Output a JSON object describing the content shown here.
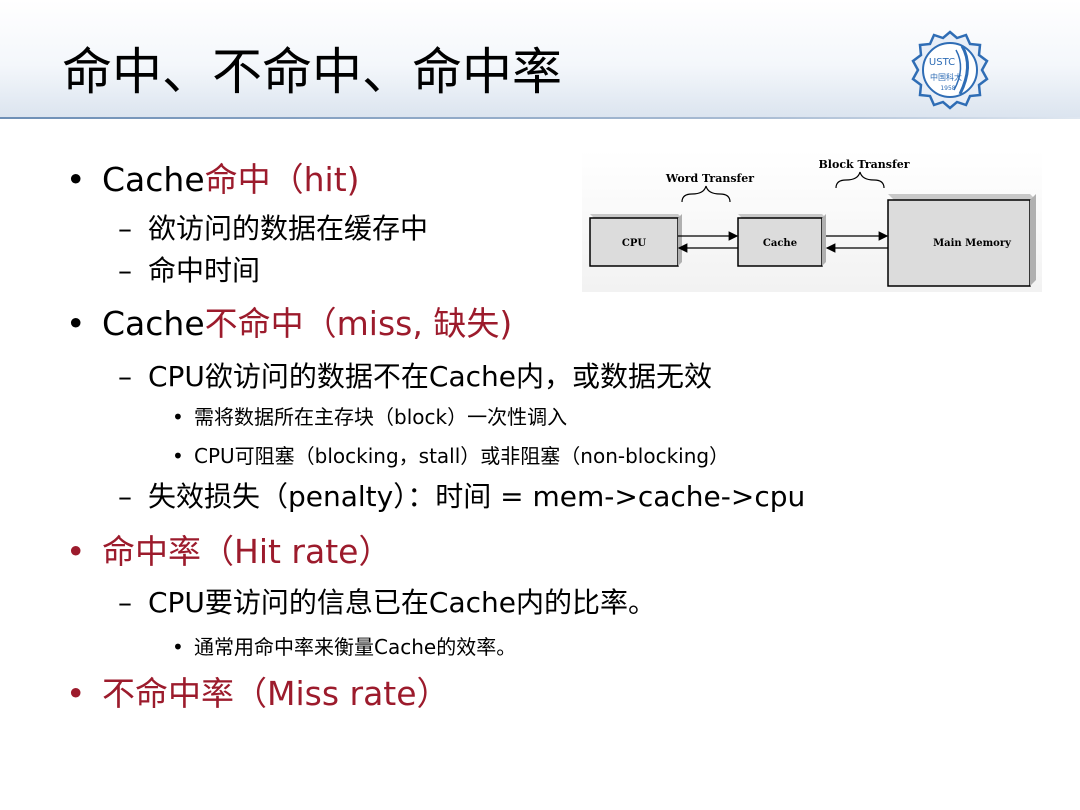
{
  "slide": {
    "title": "命中、不命中、命中率",
    "logo_text": "USTC",
    "logo_subtext": "中国科大",
    "logo_year": "1958"
  },
  "bullets": {
    "b1_prefix": "Cache",
    "b1_red": "命中（hit)",
    "b1_sub1": "欲访问的数据在缓存中",
    "b1_sub2": "命中时间",
    "b2_prefix": "Cache",
    "b2_red": "不命中（miss, 缺失)",
    "b2_sub1": "CPU欲访问的数据不在Cache内，或数据无效",
    "b2_sub1_a": "需将数据所在主存块（block）一次性调入",
    "b2_sub1_b": "CPU可阻塞（blocking，stall）或非阻塞（non-blocking）",
    "b2_sub2": "失效损失（penalty）：时间 = mem->cache->cpu",
    "b3": "命中率（Hit rate）",
    "b3_sub1": "CPU要访问的信息已在Cache内的比率。",
    "b3_sub1_a": "通常用命中率来衡量Cache的效率。",
    "b4": "不命中率（Miss rate）"
  },
  "diagram": {
    "word_transfer": "Word Transfer",
    "block_transfer": "Block Transfer",
    "cpu": "CPU",
    "cache": "Cache",
    "main_memory": "Main Memory"
  },
  "colors": {
    "accent_red": "#9c1b2c",
    "logo_blue": "#2f6db5"
  }
}
